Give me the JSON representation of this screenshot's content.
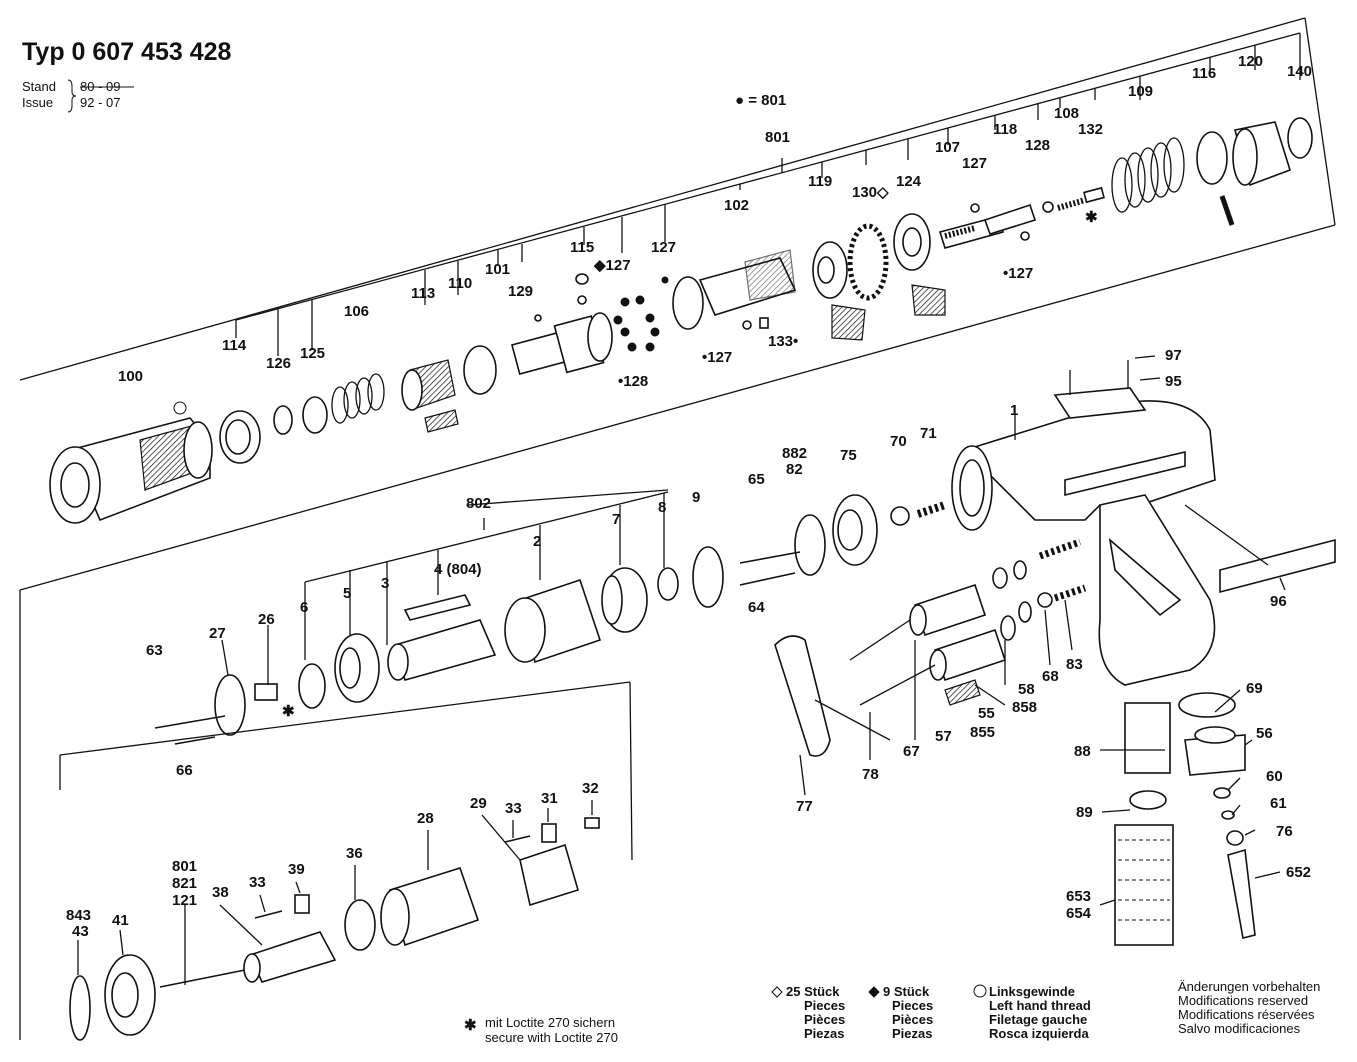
{
  "header": {
    "title": "Typ 0 607 453 428",
    "stand_label": "Stand",
    "stand_value": "80 - 09",
    "issue_label": "Issue",
    "issue_value": "92 - 07"
  },
  "legend_top": "● = 801",
  "parts": {
    "p100": "100",
    "p114": "114",
    "p126": "126",
    "p125": "125",
    "p106": "106",
    "p113": "113",
    "p110": "110",
    "p101": "101",
    "p129": "129",
    "p115": "115",
    "p127a": "◆127",
    "p127b": "127",
    "p127c": "•127",
    "p128": "•128",
    "p102": "102",
    "p133": "133•",
    "p801": "801",
    "p119": "119",
    "p130": "130◇",
    "p124": "124",
    "p107": "107",
    "p127d": "127",
    "p118": "118",
    "p128b": "128",
    "p108": "108",
    "p132": "132",
    "p127e": "•127",
    "p109": "109",
    "p116": "116",
    "p120": "120",
    "p140": "140",
    "p97": "97",
    "p95": "95",
    "p1": "1",
    "p96": "96",
    "p71": "71",
    "p70": "70",
    "p75": "75",
    "p882": "882",
    "p82": "82",
    "p65": "65",
    "p9": "9",
    "p64": "64",
    "p8": "8",
    "p7": "7",
    "p802": "802",
    "p2": "2",
    "p4": "4 (804)",
    "p3": "3",
    "p5": "5",
    "p6": "6",
    "p26": "26",
    "p27": "27",
    "p63": "63",
    "p66": "66",
    "p69": "69",
    "p56": "56",
    "p88": "88",
    "p60": "60",
    "p61": "61",
    "p89": "89",
    "p76": "76",
    "p652": "652",
    "p653": "653",
    "p654": "654",
    "p83": "83",
    "p68": "68",
    "p58": "58",
    "p858": "858",
    "p55": "55",
    "p855": "855",
    "p57": "57",
    "p67": "67",
    "p78": "78",
    "p77": "77",
    "p29": "29",
    "p33": "33",
    "p31": "31",
    "p32": "32",
    "p28": "28",
    "p36": "36",
    "p39": "39",
    "p33b": "33",
    "p38": "38",
    "p801b": "801",
    "p821": "821",
    "p121": "121",
    "p843": "843",
    "p43": "43",
    "p41": "41"
  },
  "footnotes": {
    "loctite_de": "mit Loctite 270 sichern",
    "loctite_en": "secure with Loctite 270",
    "qty25": "25 Stück",
    "qty25_2": "Pieces",
    "qty25_3": "Pièces",
    "qty25_4": "Piezas",
    "qty9": "9 Stück",
    "qty9_2": "Pieces",
    "qty9_3": "Pièces",
    "qty9_4": "Piezas",
    "lh1": "Linksgewinde",
    "lh2": "Left hand thread",
    "lh3": "Filetage gauche",
    "lh4": "Rosca izquierda",
    "mod1": "Änderungen vorbehalten",
    "mod2": "Modifications reserved",
    "mod3": "Modifications réservées",
    "mod4": "Salvo modificaciones"
  }
}
